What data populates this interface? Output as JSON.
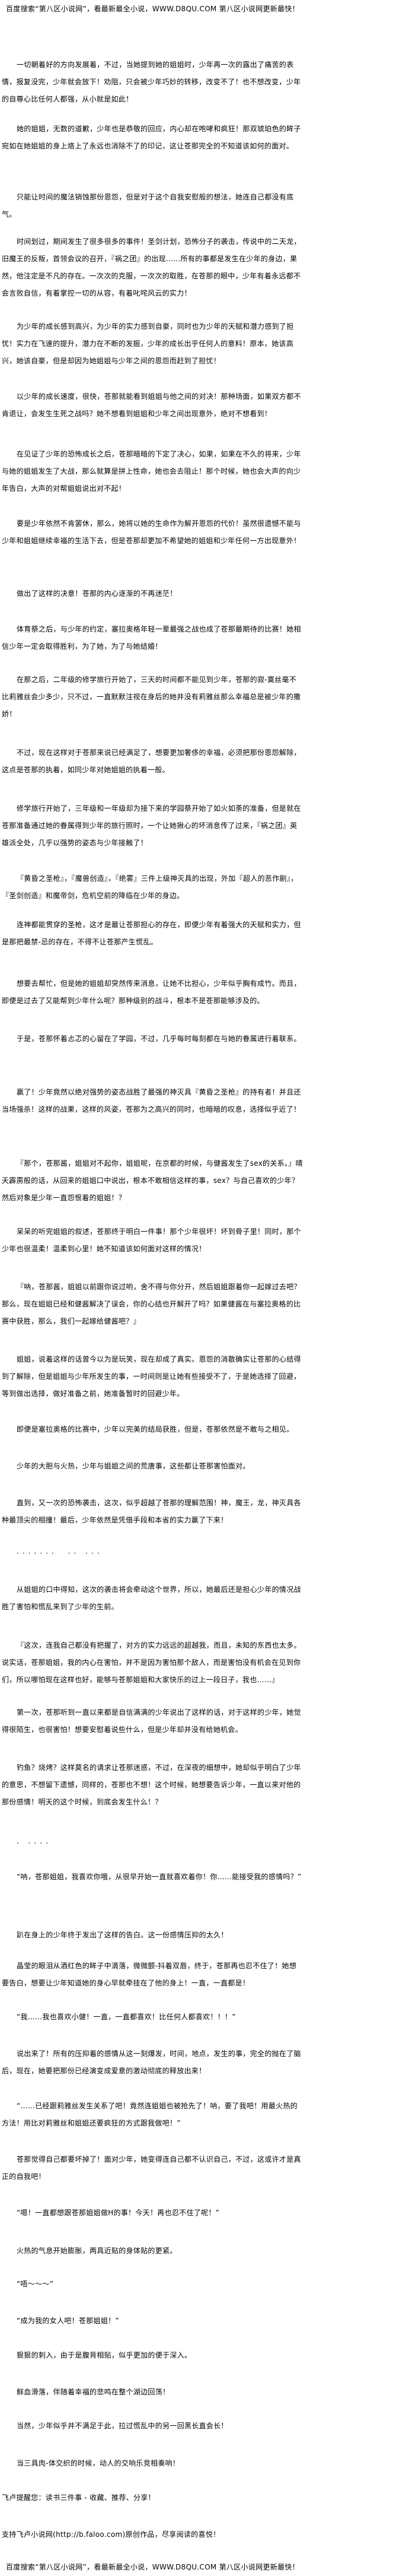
{
  "header_banner": "百度搜索“第八区小说网”，看最新最全小说，WWW.D8QU.COM  第八区小说网更新最快！",
  "paragraphs": [
    "一切朝着好的方向发展着，不过，当她提到她的姐姐时，少年再一次的露出了痛苦的表情，报复没完，少年就会放下！劝阻，只会被少年巧妙的转移，改变不了！也不想改变，少年的自尊心比任何人都强，从小就是如此！",
    "她的姐姐，无数的道歉，少年也是恭敬的回应，内心却在咆哮和疯狂！那双琥珀色的眸子宛如在她姐姐的身上烙上了永远也消除不了的印记，这让苍那完全的不知道该如何的面对。",
    "只能让时间的魔法销蚀那份恩怨，但是对于这个自我安慰般的想法，她连自己都没有底气。",
    "时间划过，期间发生了很多很多的事件！圣剑计划，恐怖分子的袭击，传说中的二天龙，旧魔王的反叛，首领会议的召开，『祸之团』的出现……所有的事都是发生在少年的身边，果然，他注定是不凡的存在。一次次的克服，一次次的取胜，在苍那的眼中，少年有着永远都不会言败自信，有着掌控一切的从容，有着叱咤风云的实力！",
    "为少年的成长感到高兴，为少年的实力感到自豪，同时也为少年的天赋和潜力感到了担忧！实力在飞速的提升，潜力在不断的发掘，少年的成长出乎任何人的意料！原本，她该高兴，她该自豪，但是却因为她姐姐与少年之间的恩怨而赶到了担忧！",
    "以少年的成长速度，很快，苍那就能看到姐姐与他之间的对决！那种场面，如果双方都不肯退让，会发生生死之战吗？她不想看到姐姐和少年之间出现意外，绝对不想看到！",
    "在见证了少年的恐怖成长之后，苍那暗暗的下定了决心，如果，如果在不久的将来，少年与她的姐姐发生了大战，那么就算是拼上性命，她也会去阻止！那个时候，她也会大声的向少年告白，大声的对帮姐姐说出对不起！",
    "要是少年依然不肯罢休，那么，她将以她的生命作为解开恩怨的代价！虽然很遗憾不能与少年和姐姐继续幸福的生活下去，但是苍那却更加不希望她的姐姐和少年任何一方出现意外！",
    "做出了这样的决意！苍那的内心逐渐的不再迷茫！",
    "体育祭之后，与少年的约定，塞拉奥格年轻一辈最强之战也成了苍那最期待的比赛！她相信少年一定会取得胜利，为了她，为了与她结婚！",
    "在那之后，二年级的修学旅行开始了，三天的时间都不能见到少年，苍那的寂-寞丝毫不比莉雅丝会少多少，只不过，一直默默注视在身后的她并没有莉雅丝那么幸福总是被少年的撒娇！",
    "不过，现在这样对于苍那来说已经满足了，想要更加奢侈的幸福，必须把那份恩怨解除，这点是苍那的执着，如同少年对她姐姐的执着一般。",
    "修学旅行开始了，三年级和一年级却为接下来的学园祭开始了如火如荼的准备，但是就在苍那准备通过她的眷属得到少年的旅行照时，一个让她揪心的坏消息传了过来，『祸之团』英雄派全处，几乎以强势的姿态与少年接触了！",
    "『黄昏之圣枪』，『魔兽创造』，『绝雾』三件上级神灭具的出现，外加『超人的恶作剧』，『圣剑创造』和魔帝剑，危机空前的降临在少年的身边。",
    "连神都能贯穿的圣枪，这才是最让苍那担心的存在，即便少年有着强大的天赋和实力，但是那把最禁-忌的存在，不得不让苍那产生慌乱。",
    "想要去帮忙，但是她的姐姐却突然传来消息，让她不比担心，少年似乎胸有成竹。而且，即便是过去了又能帮到少年什么呢？那种级别的战斗，根本不是苍那能够涉及的。",
    "于是，苍那怀着忐忑的心留在了学园，不过，几乎每时每刻都在与她的眷属进行着联系。",
    "赢了！少年竟然以绝对强势的姿态战胜了最强的神灭具『黄昏之圣枪』的持有者！并且还当场强杀！这样的战果，这样的风姿，苍那为之高兴的同时，也暗暗的叹息，选择似乎近了！",
    "『那个，苍那酱，姐姐对不起你，姐姐呢，在京都的时候，与健酱发生了sex的关系。』晴天霹雳般的话，从回来的姐姐口中说出，根本不敢相信这样的事，sex？与自己喜欢的少年？然后对象是少年一直怨恨着的姐姐！？",
    "呆呆的听完姐姐的叙述，苍那终于明白一件事！那个少年很坏！坏到骨子里！同时，那个少年也很温柔！温柔到心里！她不知道该如何面对这样的情况！",
    "『呐，苍那酱，姐姐以前跟你说过哟，舍不得与你分开，然后姐姐跟着你一起嫁过去吧？那么，现在姐姐已经和健酱解决了误会，你的心结也开解开了吗？如果健酱在与塞拉奥格的比赛中获胜，那么，我们一起嫁给健酱吧？』",
    "姐姐，说着这样的话曾今以为是玩笑，现在却成了真实。恩怨的消散确实让苍那的心结得到了解除，但是姐姐与少年所发生的事，一时间则是让她有些接受不了，于是她选择了回避，等到做出选择，做好准备之前，她准备暂时的回避少年。",
    "即便是塞拉奥格的比赛中，少年以完美的结局获胜，但是，苍那依然是不敢与之相见。",
    "少年的大胆与火热，少年与姐姐之间的荒唐事，这些都让苍那害怕面对。",
    "直到，又一次的恐怖袭击，这次，似乎超越了苍那的理解范围！神，魔王，龙，神灭具各种最顶尖的相撞！最后，少年依然是凭借手段和本省的实力赢了下来！",
    "·······　·· ···",
    "从姐姐的口中得知，这次的袭击将会牵动这个世界，所以，她最后还是担心少年的情况战胜了害怕和慌乱来到了少年的生前。",
    "『这次，连我自己都没有把握了，对方的实力远远的超越我，而且，未知的东西也太多。说实话，苍那姐姐，我的内心在害怕，并不是因为害怕那个敌人，而是害怕没有机会在见到你们，所以哪怕现在这样也好，能够与苍那姐姐和大家快乐的过上一段日子，我也……』",
    "第一次，苍那听到一直以来都是自信满满的少年说出了这样的话，对于这样的少年，她觉得很陌生，也很害怕！想要安慰着说些什么，但是少年却并没有给她机会。",
    "钓鱼？烧烤？这样莫名的请求让苍那迷惑，不过，在深夜的细想中，她却似乎明白了少年的意思，不想留下遗憾，同样的，苍那也不想！这个时候，她想要告诉少年，一直以来对他的那份感情！明天的这个时候，到底会发生什么！？",
    ". ....",
    "“呐，苍那姐姐，我喜欢你哦，从很早开始一直就喜欢着你！你……能接受我的感情吗？”",
    "趴在身上的少年终于发出了这样的告白。这一份感情压抑的太久！",
    "晶莹的眼泪从酒红色的眸子中滴落，微微颤-抖着双唇，终于，苍那再也忍不住了！她想要告白，想要让少年知道她的身心早就牵挂在了他的身上！一直，一直都是！",
    "“我……我也喜欢小健！一直，一直都喜欢！比任何人都喜欢！！！”",
    "说出来了！所有的压抑着的感情从这一刻爆发，时间，地点，发生的事，完全的抛在了脑后，现在，她要把那份已经演变成爱意的激动彻底的释放出来！",
    "“……已经跟莉雅丝发生关系了吧！竟然连姐姐也被抢先了！呐，要了我吧！用最火热的方法！用比对莉雅丝和姐姐还要疯狂的方式跟我做吧！”",
    "苍那觉得自己都要坏掉了！面对少年，她变得连自己都不认识自己，不过，这或许才是真正的自我吧！",
    "“嗯！一直都想跟苍那姐姐做H的事！今天！再也忍不住了呢！”",
    "火热的气息开始膨胀，两具近贴的身体贴的更紧。",
    "“唔～～～”",
    "“成为我的女人吧！苍那姐姐！”",
    "狠狠的刺入，由于是腹背相贴，似乎更加的便于深入。",
    "鲜血滑落，伴随着幸福的悲鸣在整个湖边回荡！",
    "当然，少年似乎并不满足于此，拉过慌乱中的另一回黑长直会长！",
    "当三具肉-体交织的时候，动人的交响乐竞相奏响！"
  ],
  "footer": {
    "reminder": "飞卢提醒您：读书三件事 - 收藏、推荐、分享！",
    "support": "支持飞卢小说网(http://b.faloo.com)原创作品，尽享阅读的喜悦！",
    "banner": "百度搜索“第八区小说网”，看最新最全小说，WWW.D8QU.COM  第八区小说网更新最快！"
  }
}
